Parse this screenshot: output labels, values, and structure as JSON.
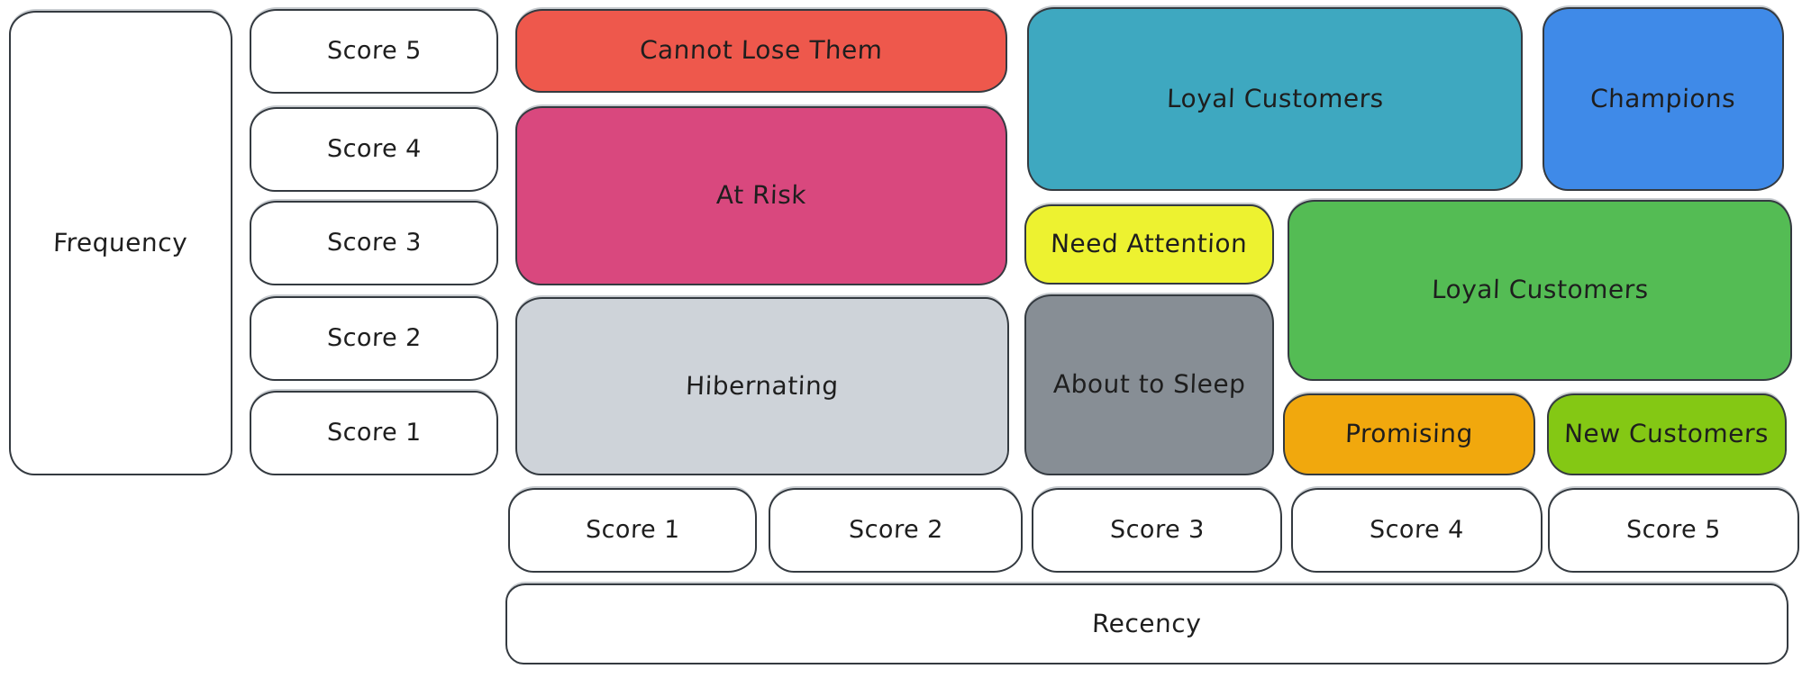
{
  "frequency_axis": {
    "label": "Frequency",
    "scores": [
      "Score 5",
      "Score 4",
      "Score 3",
      "Score 2",
      "Score 1"
    ]
  },
  "recency_axis": {
    "label": "Recency",
    "scores": [
      "Score 1",
      "Score 2",
      "Score 3",
      "Score 4",
      "Score 5"
    ]
  },
  "segments": [
    {
      "label": "Cannot Lose Them",
      "color": "#ee584c",
      "recency_scores": "1-2",
      "frequency_scores": "5"
    },
    {
      "label": "At Risk",
      "color": "#d9487e",
      "recency_scores": "1-2",
      "frequency_scores": "3-4"
    },
    {
      "label": "Hibernating",
      "color": "#ced3d9",
      "recency_scores": "1-2",
      "frequency_scores": "1-2"
    },
    {
      "label": "Loyal Customers",
      "color": "#3ea8c0",
      "recency_scores": "3-4",
      "frequency_scores": "4-5"
    },
    {
      "label": "Champions",
      "color": "#3f8ae8",
      "recency_scores": "5",
      "frequency_scores": "4-5"
    },
    {
      "label": "Need Attention",
      "color": "#edf230",
      "recency_scores": "3",
      "frequency_scores": "3"
    },
    {
      "label": "Loyal Customers",
      "color": "#54bc54",
      "recency_scores": "4-5",
      "frequency_scores": "2-3"
    },
    {
      "label": "About to Sleep",
      "color": "#878e95",
      "recency_scores": "3",
      "frequency_scores": "1-2"
    },
    {
      "label": "Promising",
      "color": "#f1a80d",
      "recency_scores": "4",
      "frequency_scores": "1"
    },
    {
      "label": "New Customers",
      "color": "#84c814",
      "recency_scores": "5",
      "frequency_scores": "1"
    }
  ],
  "colors": {
    "outline": "#343a40",
    "text": "#1e1e1e",
    "background": "#ffffff"
  }
}
